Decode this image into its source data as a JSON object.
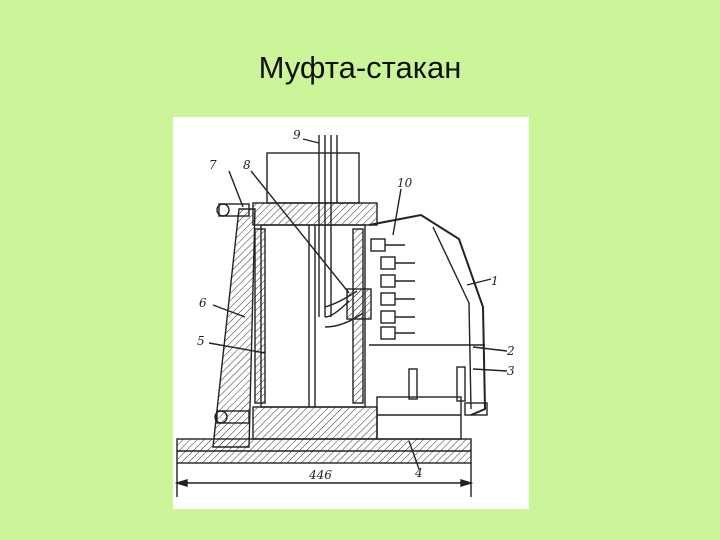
{
  "slide": {
    "title": "Муфта-стакан"
  },
  "drawing": {
    "part_labels": [
      "1",
      "2",
      "3",
      "4",
      "5",
      "6",
      "7",
      "8",
      "9",
      "10"
    ],
    "dimension": "446",
    "colors": {
      "background": "#ccf59a",
      "paper": "#ffffff",
      "ink": "#222222"
    }
  }
}
